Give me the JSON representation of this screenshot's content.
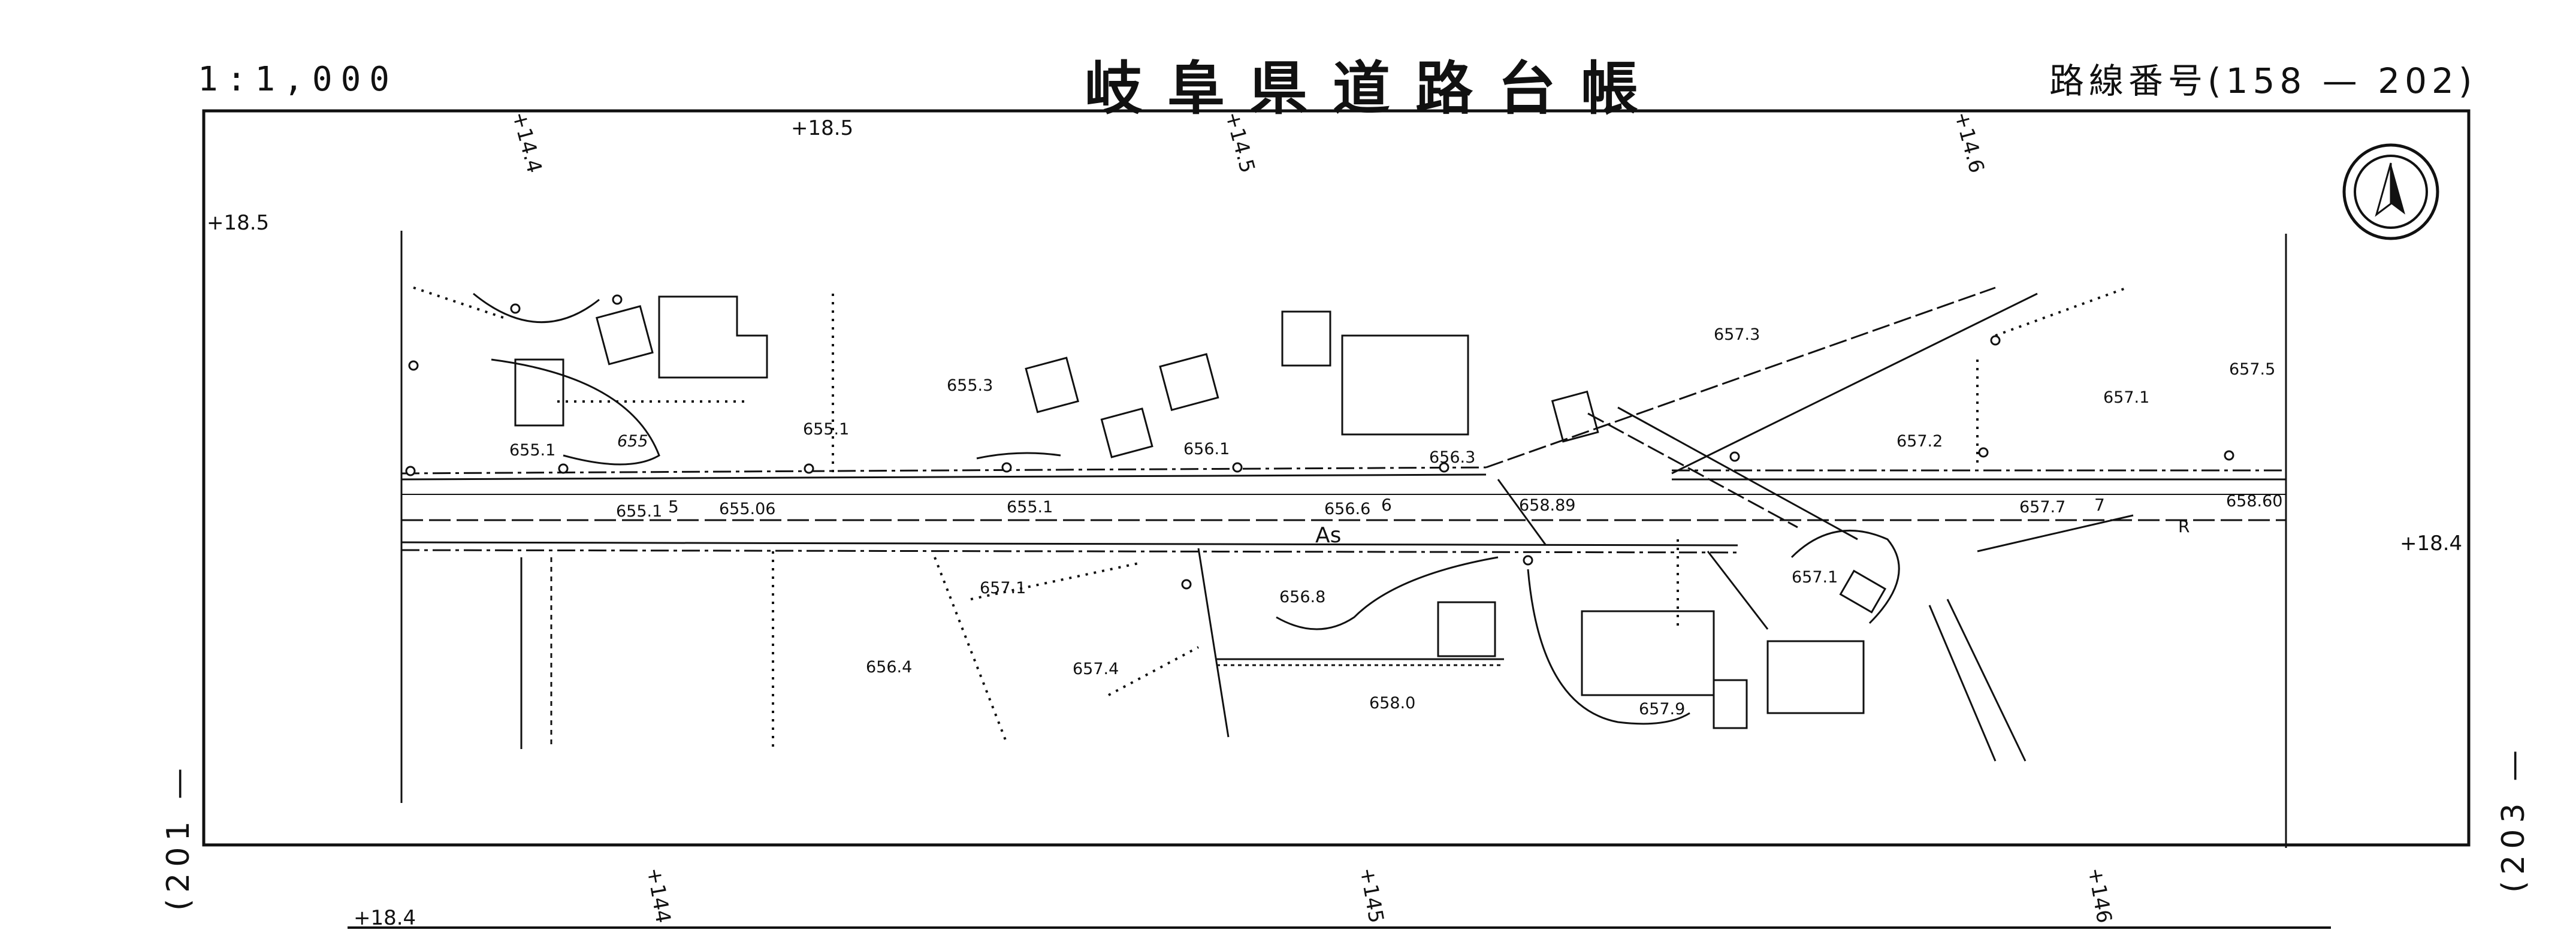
{
  "header": {
    "scale": "1:1,000",
    "title": "岐阜県道路台帳",
    "route": "路線番号(158 — 202)"
  },
  "margin": {
    "left_ref": "(201 —",
    "right_ref": "(203 —"
  },
  "chainage": {
    "top": [
      "+14.4",
      "+18.5",
      "+14.5",
      "+14.6"
    ],
    "bottom": [
      "+18.4",
      "+144",
      "+145",
      "+146"
    ],
    "left": "+18.5",
    "right": "+18.4"
  },
  "road": {
    "surface": "As",
    "stations": [
      "5",
      "6",
      "7"
    ],
    "curve_mark": "R"
  },
  "elevations": {
    "north": [
      "655.3",
      "655.1",
      "655.1",
      "655",
      "656.1",
      "656.3",
      "657.3",
      "657.2",
      "657.1",
      "657.5"
    ],
    "centerline": [
      "655.1",
      "655.06",
      "655.1",
      "656.6",
      "658.89",
      "657.7",
      "658.60"
    ],
    "south": [
      "657.1",
      "656.8",
      "656.4",
      "657.4",
      "658.0",
      "657.9",
      "657.1"
    ]
  },
  "colors": {
    "ink": "#111111",
    "paper": "#ffffff"
  },
  "icons": [
    "north-arrow-icon"
  ]
}
